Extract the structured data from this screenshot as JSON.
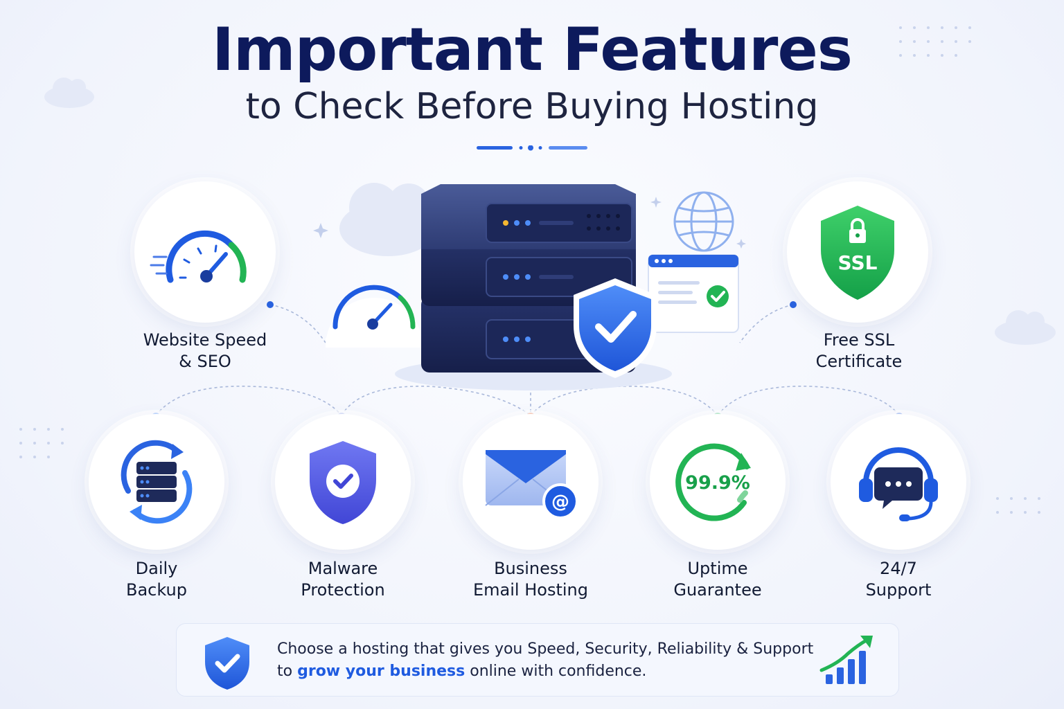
{
  "header": {
    "title": "Important Features",
    "subtitle": "to Check Before Buying Hosting"
  },
  "top_features": [
    {
      "label_line1": "Website Speed",
      "label_line2": "& SEO",
      "icon": "speedometer-icon"
    },
    {
      "label_line1": "Free SSL",
      "label_line2": "Certificate",
      "icon": "ssl-shield-icon",
      "badge": "SSL"
    }
  ],
  "bottom_features": [
    {
      "label_line1": "Daily",
      "label_line2": "Backup",
      "icon": "server-backup-icon"
    },
    {
      "label_line1": "Malware",
      "label_line2": "Protection",
      "icon": "shield-check-icon"
    },
    {
      "label_line1": "Business",
      "label_line2": "Email Hosting",
      "icon": "email-icon"
    },
    {
      "label_line1": "Uptime",
      "label_line2": "Guarantee",
      "icon": "uptime-icon",
      "value": "99.9%"
    },
    {
      "label_line1": "24/7",
      "label_line2": "Support",
      "icon": "headset-icon"
    }
  ],
  "banner": {
    "line1": "Choose a hosting that gives you Speed, Security, Reliability & Support",
    "line2_prefix": "to",
    "line2_highlight": "grow your business",
    "line2_suffix": "online with confidence."
  },
  "colors": {
    "title": "#0d1a5c",
    "accent_blue": "#1f5be0",
    "accent_green": "#1fae4b",
    "server_navy": "#1e2a5a",
    "malware_purple": "#5a5ee8"
  }
}
